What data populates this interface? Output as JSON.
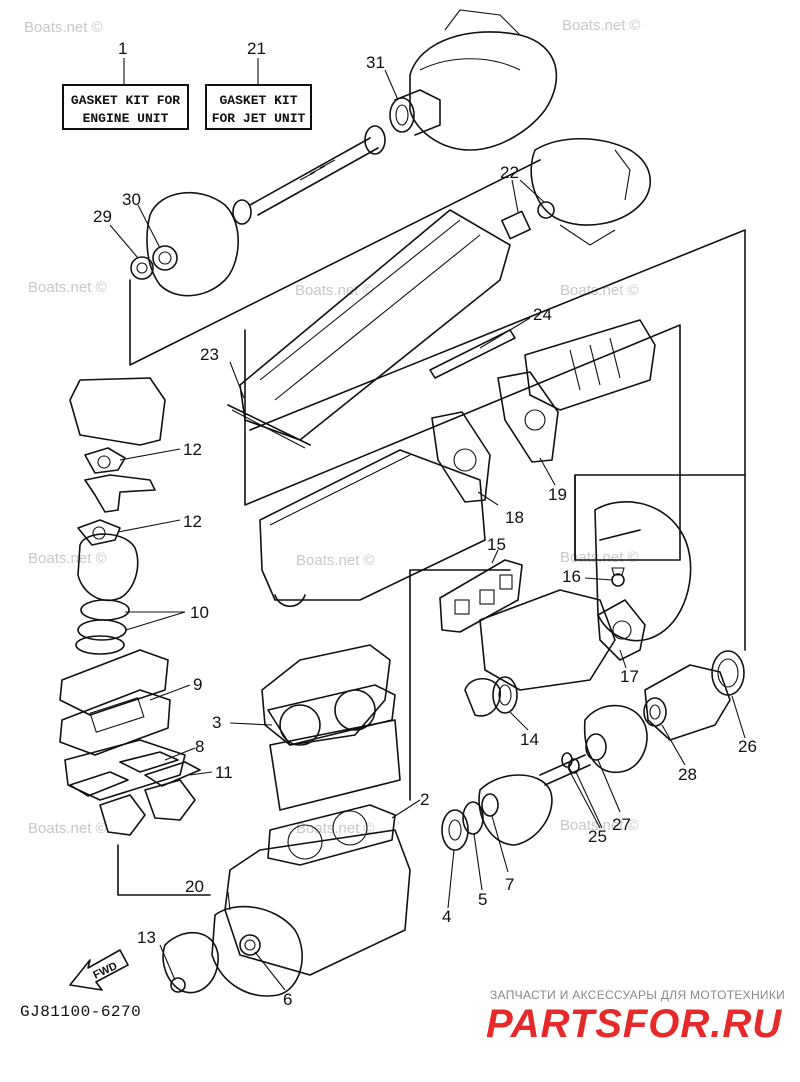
{
  "kits": {
    "engine": {
      "number": "1",
      "line1": "GASKET KIT FOR",
      "line2": "ENGINE UNIT"
    },
    "jet": {
      "number": "21",
      "line1": "GASKET KIT",
      "line2": "FOR JET UNIT"
    }
  },
  "callouts": [
    "2",
    "3",
    "4",
    "5",
    "6",
    "7",
    "8",
    "9",
    "10",
    "11",
    "12",
    "12",
    "13",
    "14",
    "15",
    "16",
    "17",
    "18",
    "19",
    "20",
    "22",
    "23",
    "24",
    "25",
    "26",
    "27",
    "28",
    "29",
    "30",
    "31"
  ],
  "watermark": "Boats.net ©",
  "fwd_label": "FWD",
  "diagram_code": "GJ81100-6270",
  "promo_text": "ЗАПЧАСТИ И АКСЕССУАРЫ ДЛЯ МОТОТЕХНИКИ",
  "logo_text": "PARTSFOR.RU"
}
